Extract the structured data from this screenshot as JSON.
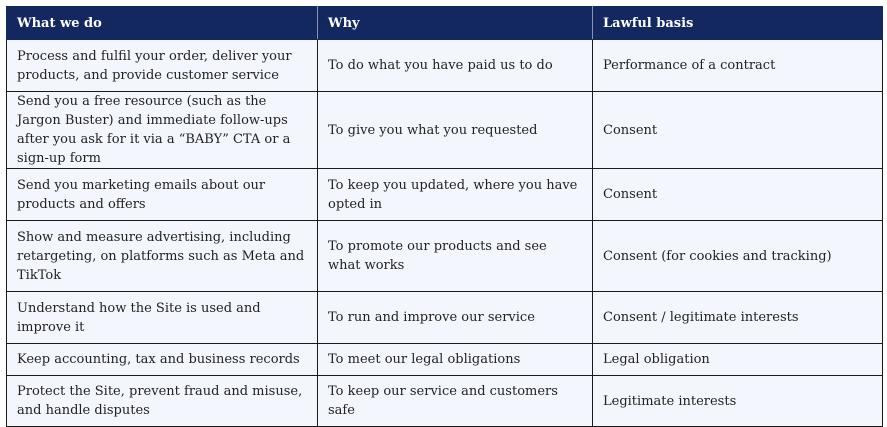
{
  "table": {
    "headers": [
      "What we do",
      "Why",
      "Lawful basis"
    ],
    "rows": [
      [
        "Process and fulfil your order, deliver your products, and provide customer service",
        "To do what you have paid us to do",
        "Performance of a contract"
      ],
      [
        "Send you a free resource (such as the Jargon Buster) and immediate follow-ups after you ask for it via a “BABY” CTA or a sign-up form",
        "To give you what you requested",
        "Consent"
      ],
      [
        "Send you marketing emails about our products and offers",
        "To keep you updated, where you have opted in",
        "Consent"
      ],
      [
        "Show and measure advertising, including retargeting, on platforms such as Meta and TikTok",
        "To promote our products and see what works",
        "Consent (for cookies and tracking)"
      ],
      [
        "Understand how the Site is used and improve it",
        "To run and improve our service",
        "Consent / legitimate interests"
      ],
      [
        "Keep accounting, tax and business records",
        "To meet our legal obligations",
        "Legal obligation"
      ],
      [
        "Protect the Site, prevent fraud and misuse, and handle disputes",
        "To keep our service and customers safe",
        "Legitimate interests"
      ]
    ]
  }
}
